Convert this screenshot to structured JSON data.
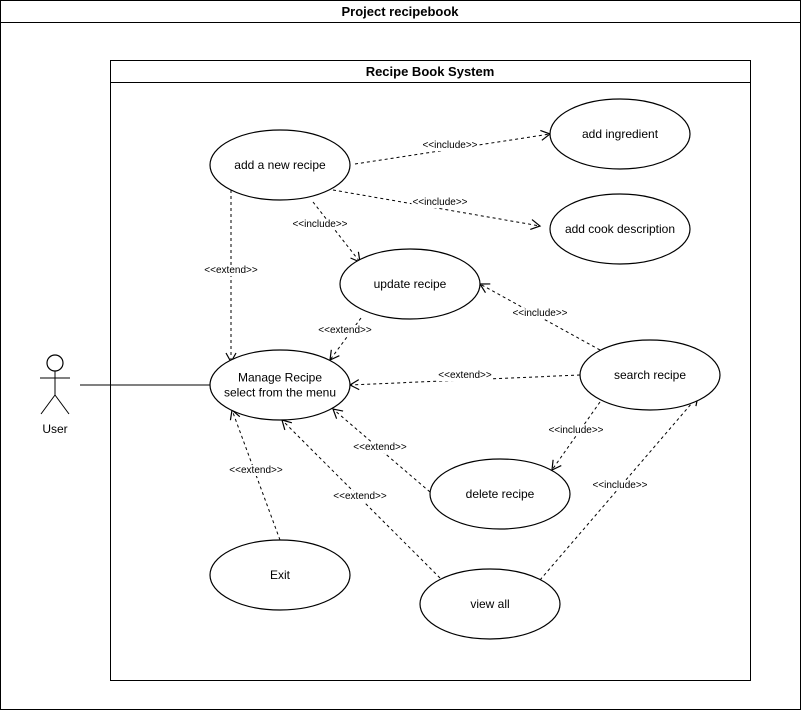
{
  "outer_frame": {
    "title": "Project recipebook"
  },
  "system": {
    "title": "Recipe Book System"
  },
  "actor": {
    "label": "User"
  },
  "use_cases": {
    "add_recipe": [
      "add a new recipe"
    ],
    "add_ingredient": [
      "add ingredient"
    ],
    "add_cook_description": [
      "add cook description"
    ],
    "update_recipe": [
      "update recipe"
    ],
    "manage_recipe": [
      "Manage Recipe",
      "select from the menu"
    ],
    "search_recipe": [
      "search recipe"
    ],
    "delete_recipe": [
      "delete recipe"
    ],
    "exit": [
      "Exit"
    ],
    "view_all": [
      "view all"
    ]
  },
  "relations": [
    {
      "from": "add_recipe",
      "to": "add_ingredient",
      "label": "<<include>>"
    },
    {
      "from": "add_recipe",
      "to": "add_cook_description",
      "label": "<<include>>"
    },
    {
      "from": "add_recipe",
      "to": "update_recipe",
      "label": "<<include>>"
    },
    {
      "from": "add_recipe",
      "to": "manage_recipe",
      "label": "<<extend>>"
    },
    {
      "from": "update_recipe",
      "to": "manage_recipe",
      "label": "<<extend>>"
    },
    {
      "from": "search_recipe",
      "to": "update_recipe",
      "label": "<<include>>"
    },
    {
      "from": "search_recipe",
      "to": "manage_recipe",
      "label": "<<extend>>"
    },
    {
      "from": "search_recipe",
      "to": "delete_recipe",
      "label": "<<include>>"
    },
    {
      "from": "delete_recipe",
      "to": "manage_recipe",
      "label": "<<extend>>"
    },
    {
      "from": "exit",
      "to": "manage_recipe",
      "label": "<<extend>>"
    },
    {
      "from": "view_all",
      "to": "manage_recipe",
      "label": "<<extend>>"
    },
    {
      "from": "view_all",
      "to": "search_recipe",
      "label": "<<include>>"
    }
  ]
}
